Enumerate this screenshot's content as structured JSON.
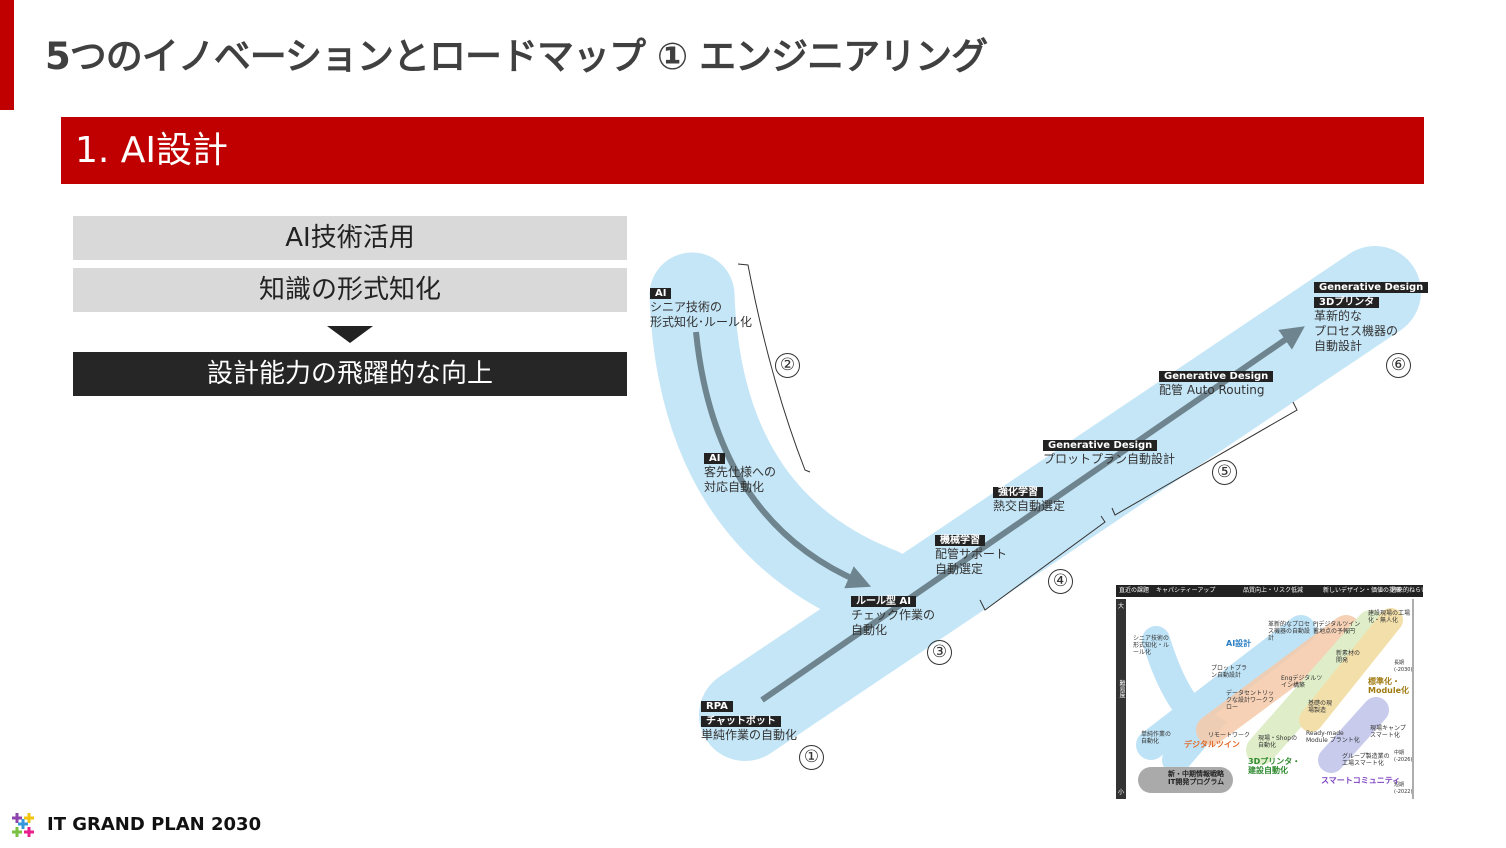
{
  "header": {
    "title": "5つのイノベーションとロードマップ ① エンジニアリング"
  },
  "section": {
    "title": "1. AI設計"
  },
  "flow": {
    "step1": "AI技術活用",
    "step2": "知識の形式知化",
    "result": "設計能力の飛躍的な向上"
  },
  "diagram": {
    "nodes": [
      {
        "tags": [
          "RPA",
          "チャットボット"
        ],
        "text": [
          "単純作業の自動化"
        ]
      },
      {
        "tags": [
          "AI"
        ],
        "text": [
          "シニア技術の",
          "形式知化･ルール化"
        ]
      },
      {
        "tags": [
          "AI"
        ],
        "text": [
          "客先仕様への",
          "対応自動化"
        ]
      },
      {
        "tags": [
          "ルール型 AI"
        ],
        "text": [
          "チェック作業の",
          "自動化"
        ]
      },
      {
        "tags": [
          "機械学習"
        ],
        "text": [
          "配管サポート",
          "自動選定"
        ]
      },
      {
        "tags": [
          "強化学習"
        ],
        "text": [
          "熱交自動選定"
        ]
      },
      {
        "tags": [
          "Generative Design"
        ],
        "text": [
          "プロットプラン自動設計"
        ]
      },
      {
        "tags": [
          "Generative Design"
        ],
        "text": [
          "配管 Auto Routing"
        ]
      },
      {
        "tags": [
          "Generative Design",
          "3Dプリンタ"
        ],
        "text": [
          "革新的な",
          "プロセス機器の",
          "自動設計"
        ]
      }
    ],
    "numbers": [
      "①",
      "②",
      "③",
      "④",
      "⑤",
      "⑥"
    ],
    "colors": {
      "band": "#c5e6f7",
      "arrow": "#6e858f"
    }
  },
  "mini_chart": {
    "header": [
      "直近の課題",
      "キャパシティーアップ",
      "品質向上・リスク低減",
      "新しいデザイン・価値の提案",
      "将来的ねらい"
    ],
    "axis": {
      "top": "大",
      "middle": "難易度",
      "bottom": "小"
    },
    "timeline": [
      "長期 (-2030)",
      "中期 (-2026)",
      "短期 (-2022)"
    ],
    "groups": [
      "AI設計",
      "デジタルツイン",
      "3Dプリンタ・建設自動化",
      "標準化・Module化",
      "スマートコミュニティ",
      "新・中期情報戦略 IT開発プログラム"
    ],
    "items": [
      "シニア技術の形式知化・ルール化",
      "単純作業の自動化",
      "プロットプラン自動設計",
      "革新的なプロセス機器の自動設計",
      "PJデジタルツイン 蓄地点の予報円",
      "データセントリックな設計ワークフロー",
      "Engデジタルツイン構築",
      "リモートワーク",
      "新素材の開発",
      "基礎の現場製造",
      "現場・Shopの自動化",
      "建設現場の工場化・無人化",
      "Ready-made Module プラント化",
      "現場キャンプ スマート化",
      "グループ製造業の工場スマート化"
    ]
  },
  "footer": {
    "brand": "IT GRAND PLAN 2030"
  }
}
